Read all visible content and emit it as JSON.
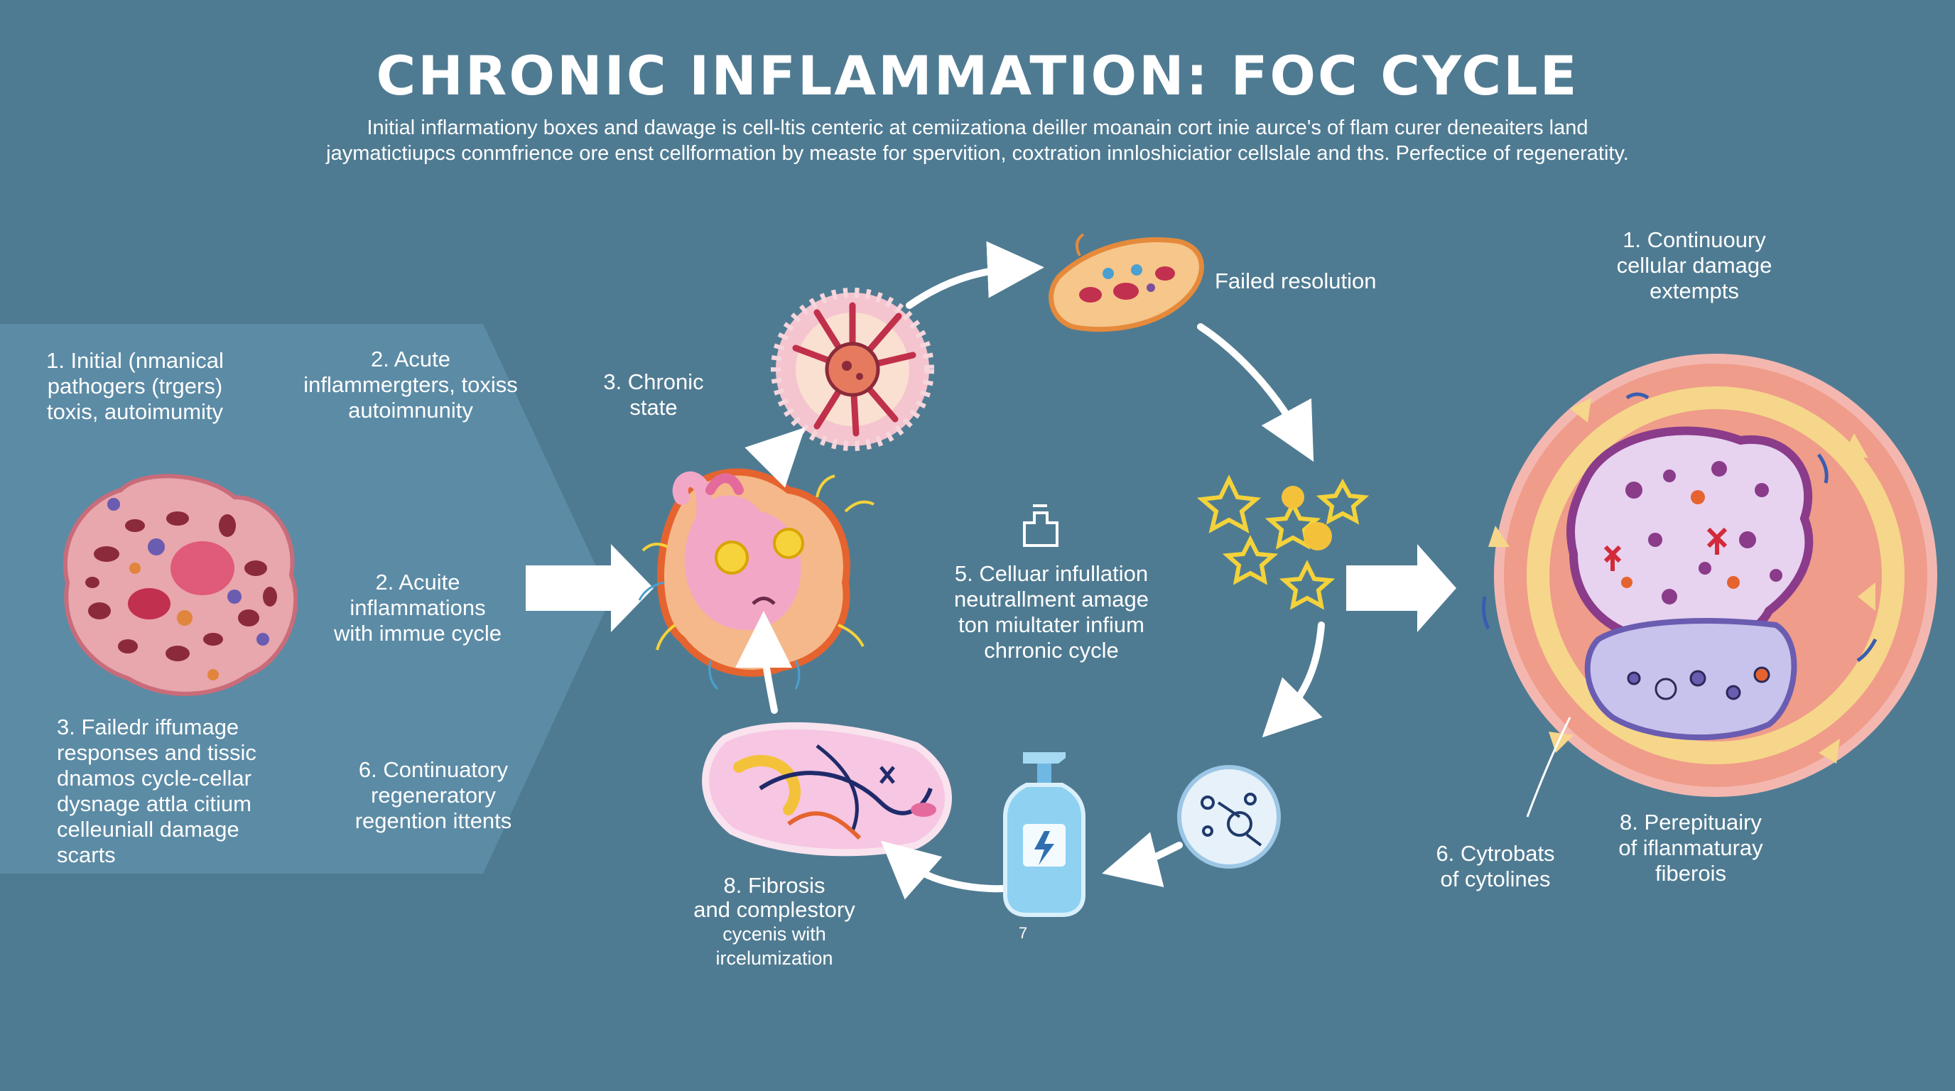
{
  "title": "CHRONIC INFLAMMATION: FOC CYCLE",
  "subtitle": {
    "line1": "Initial inflarmationy boxes and dawage is cell-ltis centeric at cemiizationa deiller moanain cort inie aurce's of flam curer deneaiters land",
    "line2": "jaymatictiupcs conmfrience ore enst cellformation by measte for spervition, coxtration innloshiciatior cellslale and ths. Perfectice of regeneratity."
  },
  "left_panel": {
    "label_1": [
      "1. Initial (nmanical",
      "pathogers (trgers)",
      "toxis, autoimumity"
    ],
    "label_2": [
      "2. Acute",
      "inflammergters, toxiss",
      "autoimnunity"
    ],
    "label_3": [
      "2. Acuite",
      "inflammations",
      "with immue cycle"
    ],
    "label_4": [
      "3. Failedr iffumage",
      "responses and tissic",
      "dnamos cycle-cellar",
      "dysnage attla citium",
      "celleuniall damage",
      "scarts"
    ],
    "label_5": [
      "6. Continuatory",
      "regeneratory",
      "regention ittents"
    ]
  },
  "cycle": {
    "chronic_state": [
      "3. Chronic",
      "state"
    ],
    "failed_resolution": "Failed resolution",
    "center": [
      "5. Celluar infullation",
      "neutrallment amage",
      "ton miultater infium",
      "chrronic cycle"
    ],
    "fibrosis": [
      "8. Fibrosis",
      "and complestory",
      "cycenis with",
      "ircelumization"
    ],
    "bottle_mark": "7"
  },
  "right_panel": {
    "top": [
      "1. Continuoury",
      "cellular damage",
      "extempts"
    ],
    "cytobats": [
      "6. Cytrobats",
      "of cytolines"
    ],
    "perepituairy": [
      "8. Perepituairy",
      "of iflanmaturay",
      "fiberois"
    ]
  },
  "colors": {
    "background": "#4f7b92",
    "panel": "#5e8ea8",
    "arrow": "#ffffff",
    "cell_pink": "#e8a6ad",
    "cell_dark_red": "#8b2a3a",
    "highlight_yellow": "#f4d23a",
    "bottle_blue": "#8fd1f0"
  }
}
